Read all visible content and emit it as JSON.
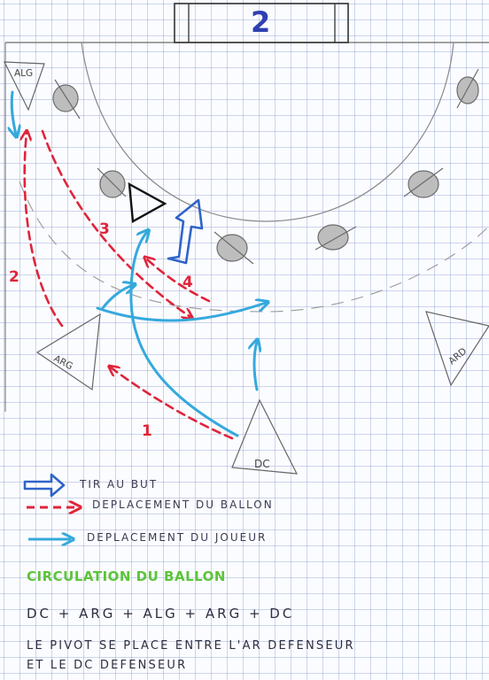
{
  "court": {
    "number": "2"
  },
  "players": {
    "alg": "ALG",
    "arg": "ARG",
    "ard": "ARD",
    "dc": "DC"
  },
  "pass_numbers": [
    "1",
    "2",
    "3",
    "4"
  ],
  "legend": {
    "shot": "TIR AU BUT",
    "ball": "DEPLACEMENT DU BALLON",
    "player": "DEPLACEMENT DU JOUEUR"
  },
  "title": "CIRCULATION DU BALLON",
  "sequence": "DC + ARG + ALG + ARG + DC",
  "note": {
    "line1": "LE PIVOT SE PLACE ENTRE L'AR DEFENSEUR",
    "line2": "ET LE DC DEFENSEUR"
  },
  "colors": {
    "blue": "#2f64c8",
    "cyan": "#35a9dc",
    "red": "#e0243a",
    "green": "#5cc43a",
    "pencil": "#8a8a8a"
  }
}
